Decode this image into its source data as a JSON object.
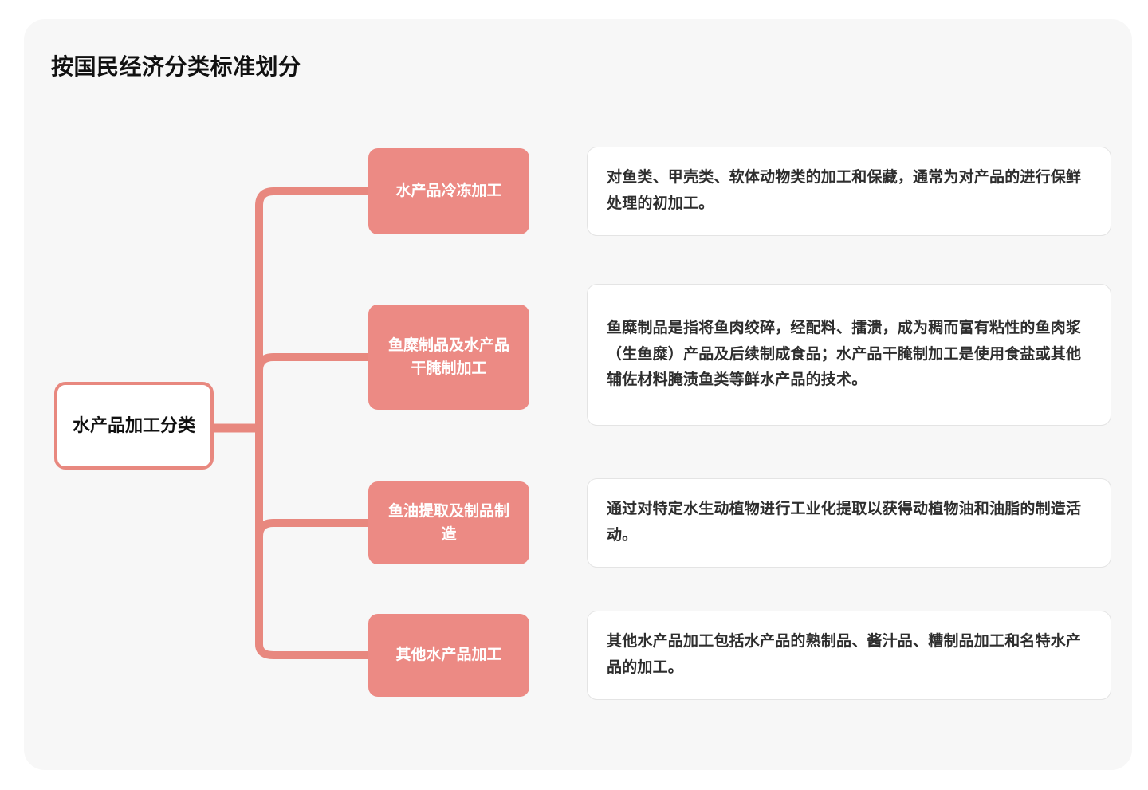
{
  "page": {
    "title": "按国民经济分类标准划分",
    "background_color": "#ffffff",
    "card_color": "#f7f7f7"
  },
  "colors": {
    "accent": "#e8887f",
    "node_fill": "#ec8a84",
    "node_text": "#ffffff",
    "connector": "#e8887f",
    "leaf_connector": "#f8d7d3",
    "desc_border": "#e4e4e4",
    "desc_text": "#2e2e2e"
  },
  "diagram": {
    "type": "mind-map",
    "root": {
      "label": "水产品加工分类"
    },
    "branches": [
      {
        "label": "水产品冷冻加工",
        "description": "对鱼类、甲壳类、软体动物类的加工和保藏，通常为对产品的进行保鲜处理的初加工。"
      },
      {
        "label": "鱼糜制品及水产品干腌制加工",
        "description": "鱼糜制品是指将鱼肉绞碎，经配料、擂溃，成为稠而富有粘性的鱼肉浆（生鱼糜）产品及后续制成食品；水产品干腌制加工是使用食盐或其他辅佐材料腌渍鱼类等鲜水产品的技术。"
      },
      {
        "label": "鱼油提取及制品制造",
        "description": "通过对特定水生动植物进行工业化提取以获得动植物油和油脂的制造活动。"
      },
      {
        "label": "其他水产品加工",
        "description": "其他水产品加工包括水产品的熟制品、酱汁品、糟制品加工和名特水产品的加工。"
      }
    ]
  }
}
